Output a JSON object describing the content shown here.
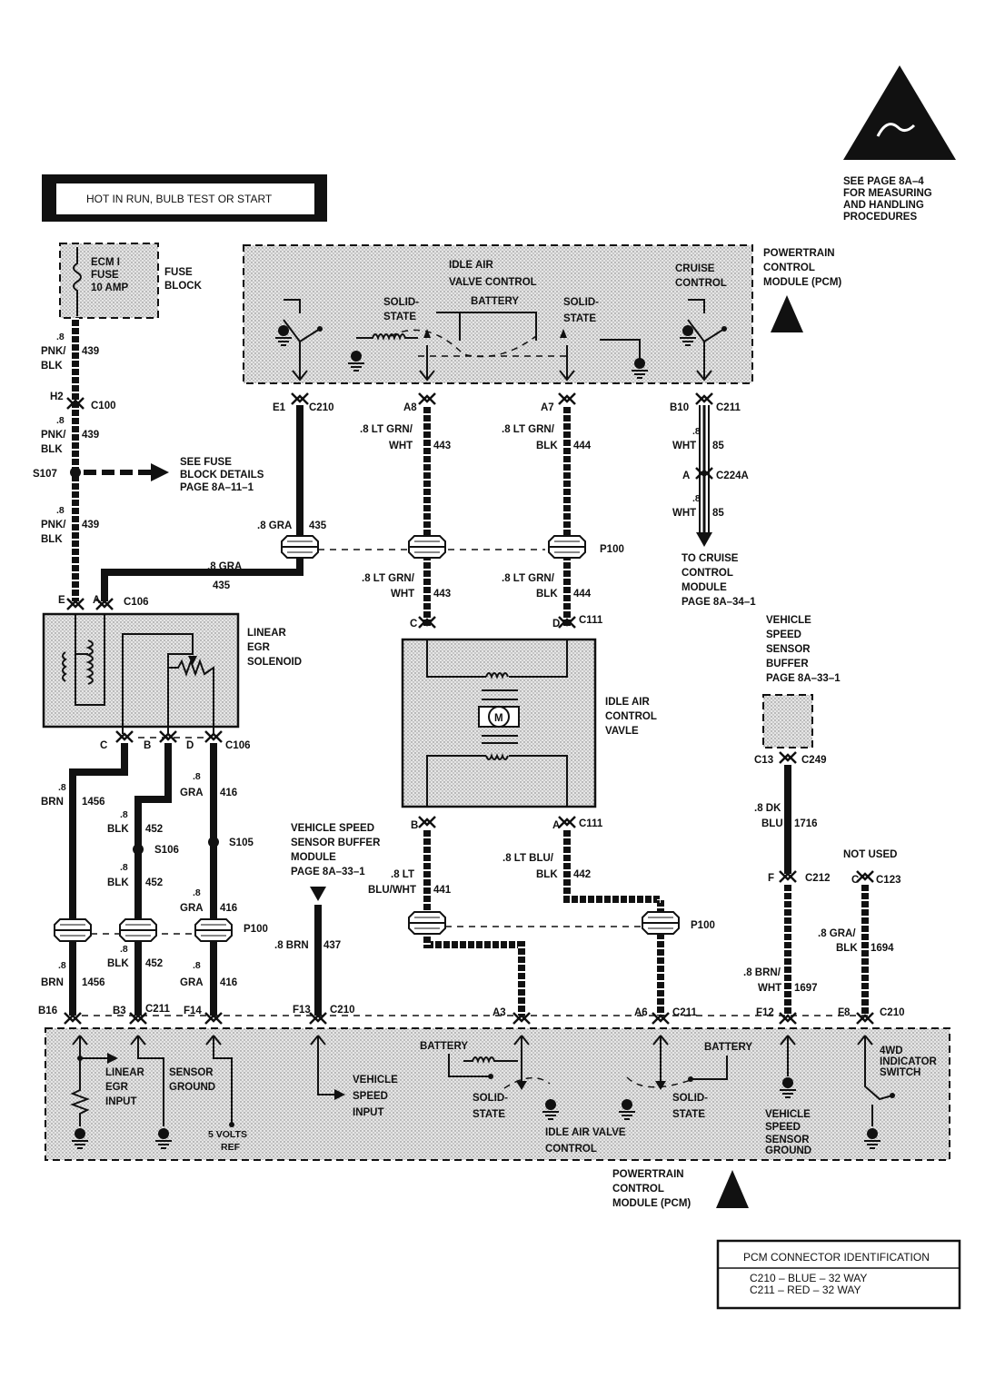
{
  "header": {
    "power_box": "HOT IN RUN, BULB TEST OR START",
    "esd_note": [
      "SEE PAGE 8A–4",
      "FOR MEASURING",
      "AND HANDLING",
      "PROCEDURES"
    ]
  },
  "fuse": {
    "name": [
      "ECM I",
      "FUSE",
      "10 AMP"
    ],
    "block": [
      "FUSE",
      "BLOCK"
    ]
  },
  "pcm_top": {
    "title": [
      "POWERTRAIN",
      "CONTROL",
      "MODULE (PCM)"
    ],
    "iac": [
      "IDLE AIR",
      "VALVE CONTROL"
    ],
    "solid_state_left": [
      "SOLID-",
      "STATE"
    ],
    "battery": "BATTERY",
    "solid_state_right": [
      "SOLID-",
      "STATE"
    ],
    "cruise": [
      "CRUISE",
      "CONTROL"
    ]
  },
  "pins_top": {
    "e1": "E1",
    "c210a": "C210",
    "a8": "A8",
    "a7": "A7",
    "b10": "B10",
    "c211a": "C211"
  },
  "wires_left": {
    "w1": [
      ".8",
      "PNK/",
      "BLK"
    ],
    "w1n": "439",
    "h2": "H2",
    "c100": "C100",
    "w2": [
      ".8",
      "PNK/",
      "BLK"
    ],
    "w2n": "439",
    "s107": "S107",
    "see_fuse": [
      "SEE FUSE",
      "BLOCK DETAILS",
      "PAGE 8A–11–1"
    ],
    "w3": [
      ".8",
      "PNK/",
      "BLK"
    ],
    "w3n": "439"
  },
  "gra_wires": {
    "a": ".8 GRA",
    "an": "435",
    "b": ".8 GRA",
    "bn": "435"
  },
  "iac_wires": {
    "top_l": [
      ".8 LT GRN/",
      "WHT"
    ],
    "top_ln": "443",
    "top_r": [
      ".8 LT GRN/",
      "BLK"
    ],
    "top_rn": "444",
    "p100a": "P100",
    "mid_l": [
      ".8 LT GRN/",
      "WHT"
    ],
    "mid_ln": "443",
    "mid_r": [
      ".8 LT GRN/",
      "BLK"
    ],
    "mid_rn": "444",
    "c": "C",
    "d": "D",
    "c111a": "C111",
    "b": "B",
    "a": "A",
    "c111b": "C111",
    "bot_r": [
      ".8 LT BLU/",
      "BLK"
    ],
    "bot_rn": "442",
    "bot_l": [
      ".8 LT",
      "BLU/WHT"
    ],
    "bot_ln": "441",
    "p100b": "P100",
    "a3": "A3",
    "a6": "A6",
    "c211c": "C211"
  },
  "cruise_wires": {
    "w1": [
      ".8",
      "WHT"
    ],
    "w1n": "85",
    "a": "A",
    "c224a": "C224A",
    "w2": [
      ".8",
      "WHT"
    ],
    "w2n": "85",
    "to_cruise": [
      "TO CRUISE",
      "CONTROL",
      "MODULE",
      "PAGE 8A–34–1"
    ]
  },
  "egr": {
    "e": "E",
    "a": "A",
    "c106": "C106",
    "label": [
      "LINEAR",
      "EGR",
      "SOLENOID"
    ],
    "c": "C",
    "b": "B",
    "d": "D",
    "c106b": "C106"
  },
  "egr_wires": {
    "brn1": [
      ".8",
      "BRN"
    ],
    "brn1n": "1456",
    "blk1": [
      ".8",
      "BLK"
    ],
    "blk1n": "452",
    "gra1": [
      ".8",
      "GRA"
    ],
    "gra1n": "416",
    "s106": "S106",
    "s105": "S105",
    "blk2": [
      ".8",
      "BLK"
    ],
    "blk2n": "452",
    "gra2": [
      ".8",
      "GRA"
    ],
    "gra2n": "416",
    "p100c": "P100",
    "brn2": [
      ".8",
      "BRN"
    ],
    "brn2n": "1456",
    "blk3": [
      ".8",
      "BLK"
    ],
    "blk3n": "452",
    "gra3": [
      ".8",
      "GRA"
    ],
    "gra3n": "416",
    "b16": "B16",
    "b3": "B3",
    "c211b": "C211",
    "f14": "F14"
  },
  "iac_valve": [
    "IDLE AIR",
    "CONTROL",
    "VAVLE"
  ],
  "motor": "M",
  "vss": {
    "module": [
      "VEHICLE SPEED",
      "SENSOR BUFFER",
      "MODULE",
      "PAGE 8A–33–1"
    ],
    "brn": ".8 BRN",
    "brnn": "437",
    "f13": "F13",
    "c210b": "C210",
    "buffer": [
      "VEHICLE",
      "SPEED",
      "SENSOR",
      "BUFFER",
      "PAGE 8A–33–1"
    ],
    "c13": "C13",
    "c249": "C249",
    "dk": [
      ".8 DK",
      "BLU"
    ],
    "dkn": "1716",
    "f": "F",
    "c212": "C212",
    "brn2": [
      ".8 BRN/",
      "WHT"
    ],
    "brn2n": "1697",
    "f12": "F12"
  },
  "wd4": {
    "not_used": "NOT USED",
    "c": "C",
    "c123": "C123",
    "gra": [
      ".8 GRA/",
      "BLK"
    ],
    "gran": "1694",
    "f8": "F8",
    "c210c": "C210"
  },
  "pcm_bottom": {
    "linear_egr": [
      "LINEAR",
      "EGR",
      "INPUT"
    ],
    "sensor_ground": [
      "SENSOR",
      "GROUND"
    ],
    "five_volts": [
      "5 VOLTS",
      "REF"
    ],
    "vss_input": [
      "VEHICLE",
      "SPEED",
      "INPUT"
    ],
    "battery_l": "BATTERY",
    "solid_l": [
      "SOLID-",
      "STATE"
    ],
    "iac": [
      "IDLE AIR VALVE",
      "CONTROL"
    ],
    "solid_r": [
      "SOLID-",
      "STATE"
    ],
    "battery_r": "BATTERY",
    "vss_ground": [
      "VEHICLE",
      "SPEED",
      "SENSOR",
      "GROUND"
    ],
    "wd4": [
      "4WD",
      "INDICATOR",
      "SWITCH"
    ],
    "title": [
      "POWERTRAIN",
      "CONTROL",
      "MODULE (PCM)"
    ]
  },
  "connector_id": {
    "title": "PCM CONNECTOR IDENTIFICATION",
    "line1": "C210 – BLUE   – 32 WAY",
    "line2": "C211 – RED    – 32 WAY"
  }
}
